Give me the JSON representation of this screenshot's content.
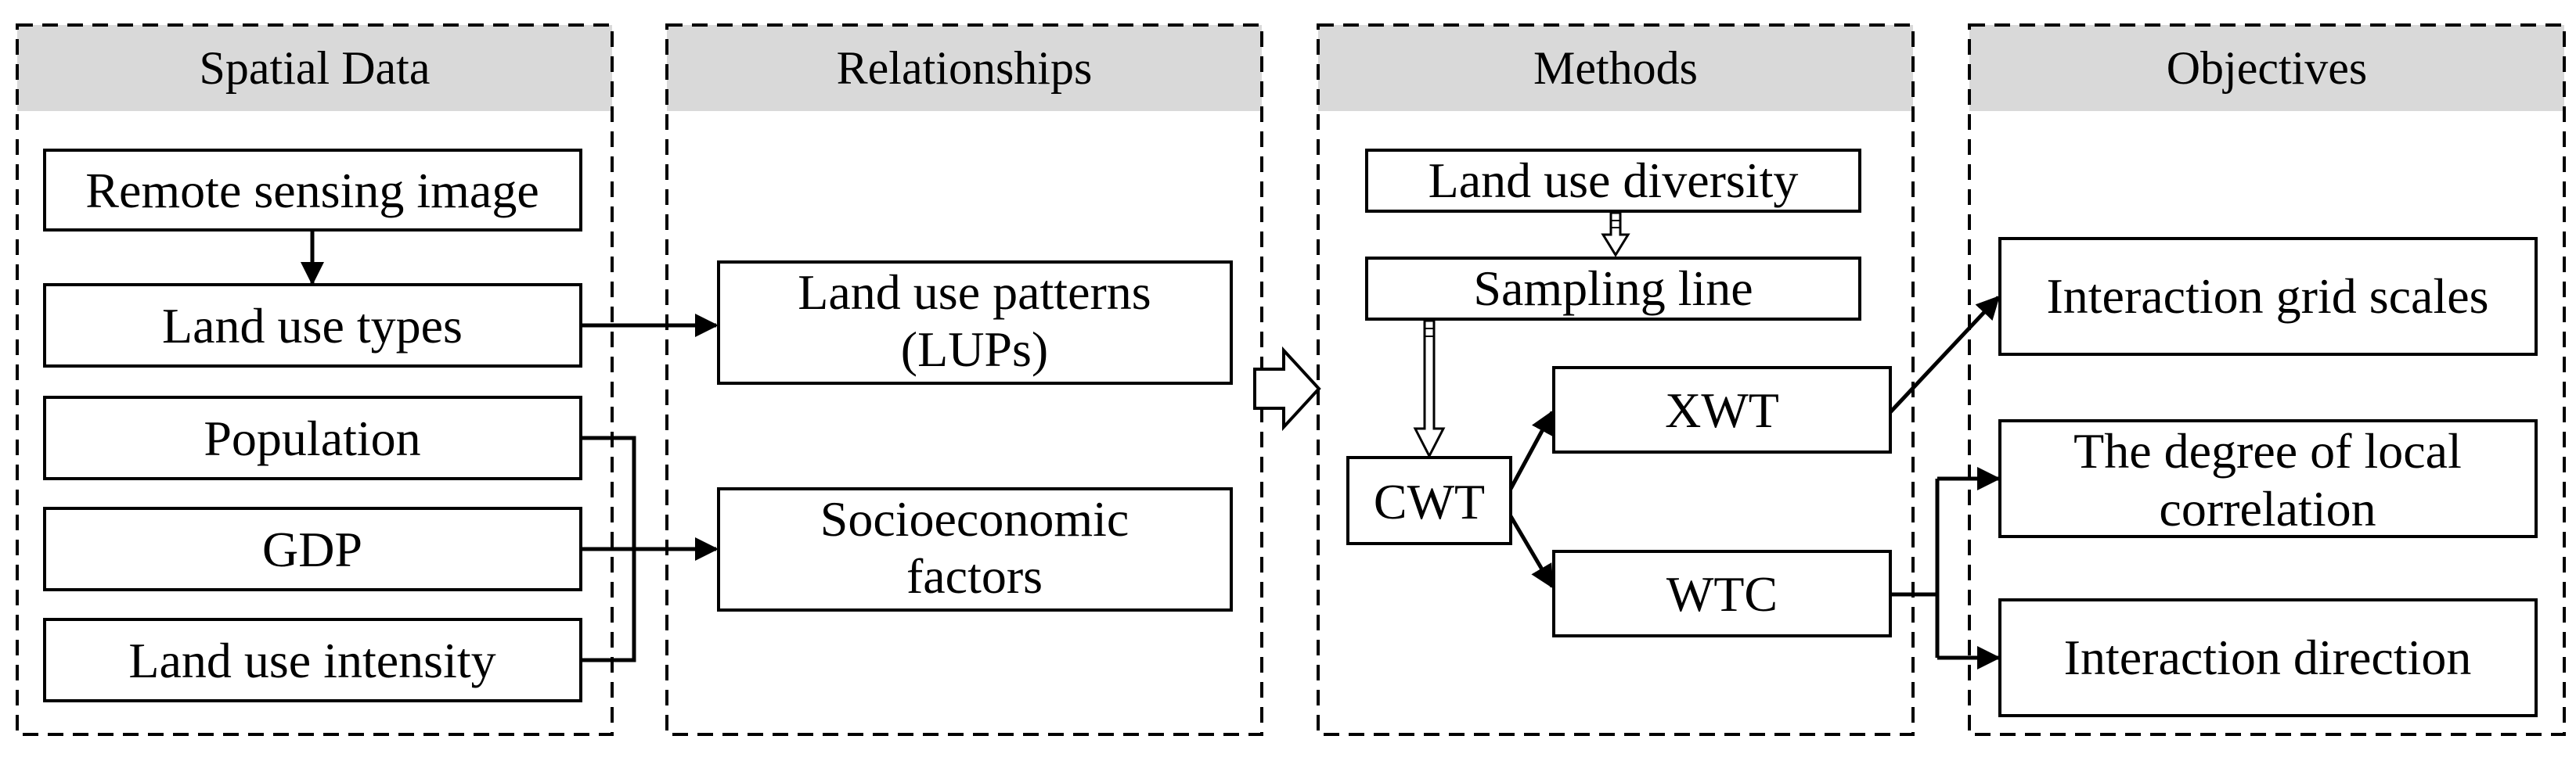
{
  "panels": {
    "spatial_data": {
      "header": "Spatial Data",
      "boxes": {
        "remote_sensing": "Remote sensing image",
        "land_use_types": "Land use types",
        "population": "Population",
        "gdp": "GDP",
        "land_use_intensity": "Land use intensity"
      }
    },
    "relationships": {
      "header": "Relationships",
      "boxes": {
        "lup_line1": "Land use patterns",
        "lup_line2": "(LUPs)",
        "socio_line1": "Socioeconomic",
        "socio_line2": "factors"
      }
    },
    "methods": {
      "header": "Methods",
      "boxes": {
        "diversity": "Land use diversity",
        "sampling": "Sampling line",
        "cwt": "CWT",
        "xwt": "XWT",
        "wtc": "WTC"
      }
    },
    "objectives": {
      "header": "Objectives",
      "boxes": {
        "grid_scales": "Interaction grid scales",
        "local_line1": "The degree of local",
        "local_line2": "correlation",
        "direction": "Interaction direction"
      }
    }
  },
  "colors": {
    "header_fill": "#d9d9d9",
    "line": "#000000",
    "background": "#ffffff"
  }
}
